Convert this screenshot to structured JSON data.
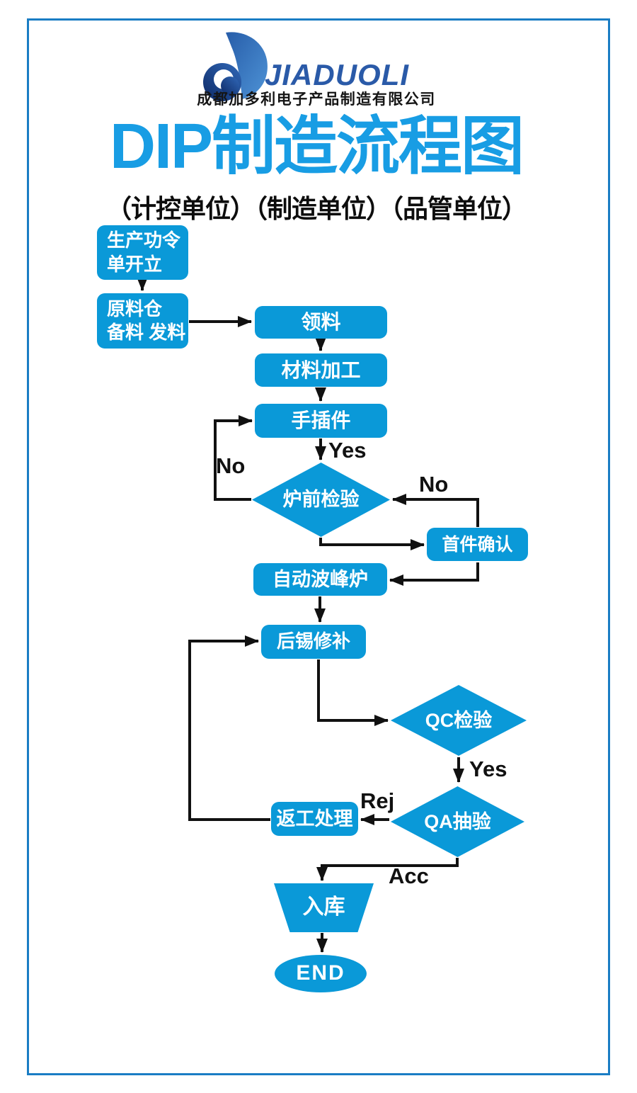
{
  "page": {
    "background": "#ffffff",
    "border_color": "#1a7dc4"
  },
  "logo": {
    "brand": "JIADUOLI",
    "company": "成都加多利电子产品制造有限公司",
    "brand_color": "#2a5aa8",
    "mark_dark": "#0e2a66",
    "mark_light": "#4e93d6"
  },
  "header": {
    "title": "DIP制造流程图",
    "title_color": "#189de4",
    "subtitle": "（计控单位）（制造单位）（品管单位）"
  },
  "flowchart": {
    "node_color": "#0a99d8",
    "node_text_color": "#ffffff",
    "arrow_color": "#111111",
    "nodes": [
      {
        "id": "production-order",
        "type": "rounded-rect",
        "lines": [
          "生产功令",
          "单开立"
        ]
      },
      {
        "id": "raw-material-prep",
        "type": "rounded-rect",
        "lines": [
          "原料仓",
          "备料 发料"
        ]
      },
      {
        "id": "receive-material",
        "type": "rounded-rect",
        "lines": [
          "领料"
        ]
      },
      {
        "id": "material-processing",
        "type": "rounded-rect",
        "lines": [
          "材料加工"
        ]
      },
      {
        "id": "manual-insertion",
        "type": "rounded-rect",
        "lines": [
          "手插件"
        ]
      },
      {
        "id": "pre-furnace-inspection",
        "type": "diamond",
        "lines": [
          "炉前检验"
        ]
      },
      {
        "id": "first-piece-confirm",
        "type": "rounded-rect",
        "lines": [
          "首件确认"
        ]
      },
      {
        "id": "auto-wave-solder",
        "type": "rounded-rect",
        "lines": [
          "自动波峰炉"
        ]
      },
      {
        "id": "post-solder-repair",
        "type": "rounded-rect",
        "lines": [
          "后锡修补"
        ]
      },
      {
        "id": "qc-inspection",
        "type": "diamond",
        "lines": [
          "QC检验"
        ]
      },
      {
        "id": "qa-sampling",
        "type": "diamond",
        "lines": [
          "QA抽验"
        ]
      },
      {
        "id": "rework",
        "type": "rounded-rect",
        "lines": [
          "返工处理"
        ]
      },
      {
        "id": "warehouse-in",
        "type": "trapezoid",
        "lines": [
          "入库"
        ]
      },
      {
        "id": "end",
        "type": "ellipse",
        "lines": [
          "END"
        ]
      }
    ],
    "edge_labels": {
      "yes_insert": "Yes",
      "no_prefurnace": "No",
      "no_firstpiece": "No",
      "yes_qc": "Yes",
      "rej": "Rej",
      "acc": "Acc"
    },
    "edges": [
      {
        "from": "production-order",
        "to": "raw-material-prep",
        "label": ""
      },
      {
        "from": "raw-material-prep",
        "to": "receive-material",
        "label": ""
      },
      {
        "from": "receive-material",
        "to": "material-processing",
        "label": ""
      },
      {
        "from": "material-processing",
        "to": "manual-insertion",
        "label": ""
      },
      {
        "from": "manual-insertion",
        "to": "pre-furnace-inspection",
        "label": "Yes"
      },
      {
        "from": "pre-furnace-inspection",
        "to": "manual-insertion",
        "label": "No"
      },
      {
        "from": "pre-furnace-inspection",
        "to": "first-piece-confirm",
        "label": ""
      },
      {
        "from": "first-piece-confirm",
        "to": "pre-furnace-inspection",
        "label": "No"
      },
      {
        "from": "first-piece-confirm",
        "to": "auto-wave-solder",
        "label": ""
      },
      {
        "from": "auto-wave-solder",
        "to": "post-solder-repair",
        "label": ""
      },
      {
        "from": "post-solder-repair",
        "to": "qc-inspection",
        "label": ""
      },
      {
        "from": "qc-inspection",
        "to": "qa-sampling",
        "label": "Yes"
      },
      {
        "from": "qa-sampling",
        "to": "rework",
        "label": "Rej"
      },
      {
        "from": "rework",
        "to": "post-solder-repair",
        "label": ""
      },
      {
        "from": "qa-sampling",
        "to": "warehouse-in",
        "label": "Acc"
      },
      {
        "from": "warehouse-in",
        "to": "end",
        "label": ""
      }
    ]
  }
}
